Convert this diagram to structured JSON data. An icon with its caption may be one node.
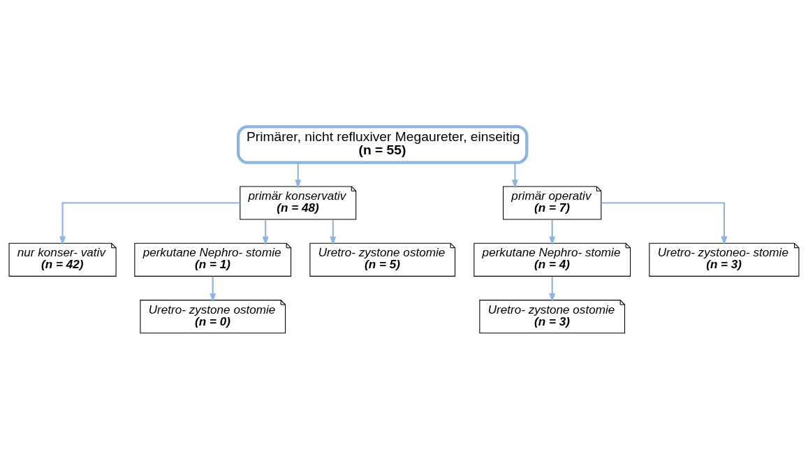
{
  "diagram": {
    "nodes": [
      {
        "text": [
          "Primärer, nicht refluxiver Megaureter, einseitig",
          "(n = 55)"
        ]
      },
      {
        "text": [
          "primär konservativ",
          "(n = 48)"
        ]
      },
      {
        "text": [
          "primär operativ",
          "(n = 7)"
        ]
      },
      {
        "text": [
          "nur konser- vativ",
          "(n = 42)"
        ]
      },
      {
        "text": [
          "perkutane Nephro- stomie",
          "(n = 1)"
        ]
      },
      {
        "text": [
          "Uretro- zystone ostomie",
          "(n = 5)"
        ]
      },
      {
        "text": [
          "Uretro- zystone ostomie",
          "(n = 0)"
        ]
      },
      {
        "text": [
          "perkutane Nephro- stomie",
          "(n = 4)"
        ]
      },
      {
        "text": [
          "Uretro- zystoneo- stomie",
          "(n = 3)"
        ]
      },
      {
        "text": [
          "Uretro- zystone ostomie",
          "(n = 3)"
        ]
      }
    ],
    "edges": [
      {
        "from": 0,
        "to": 1,
        "arrow": "to"
      },
      {
        "from": 0,
        "to": 2,
        "arrow": "to"
      },
      {
        "from": 1,
        "to": 3,
        "arrow": "to"
      },
      {
        "from": 1,
        "to": 4,
        "arrow": "to"
      },
      {
        "from": 1,
        "to": 5,
        "arrow": "to"
      },
      {
        "from": 4,
        "to": 6,
        "arrow": "to"
      },
      {
        "from": 2,
        "to": 7,
        "arrow": "to"
      },
      {
        "from": 2,
        "to": 8,
        "arrow": "to"
      },
      {
        "from": 7,
        "to": 9,
        "arrow": "to"
      }
    ]
  }
}
